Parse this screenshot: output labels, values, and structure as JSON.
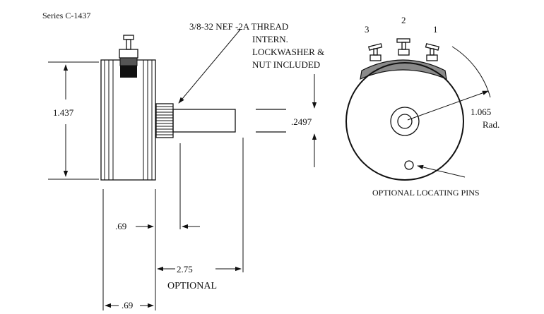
{
  "series_label": "Series C-1437",
  "thread_note": {
    "line1": "3/8-32  NEF  -2A THREAD",
    "line2": "INTERN.",
    "line3": "LOCKWASHER &",
    "line4": "NUT INCLUDED"
  },
  "dimensions": {
    "height": "1.437",
    "shaft_diameter": ".2497",
    "radius_value": "1.065",
    "radius_unit": "Rad.",
    "body_depth_upper": ".69",
    "body_depth_lower": ".69",
    "shaft_length": "2.75",
    "shaft_length_note": "OPTIONAL"
  },
  "terminals": [
    "1",
    "2",
    "3"
  ],
  "locating_pins_note": "OPTIONAL LOCATING PINS"
}
